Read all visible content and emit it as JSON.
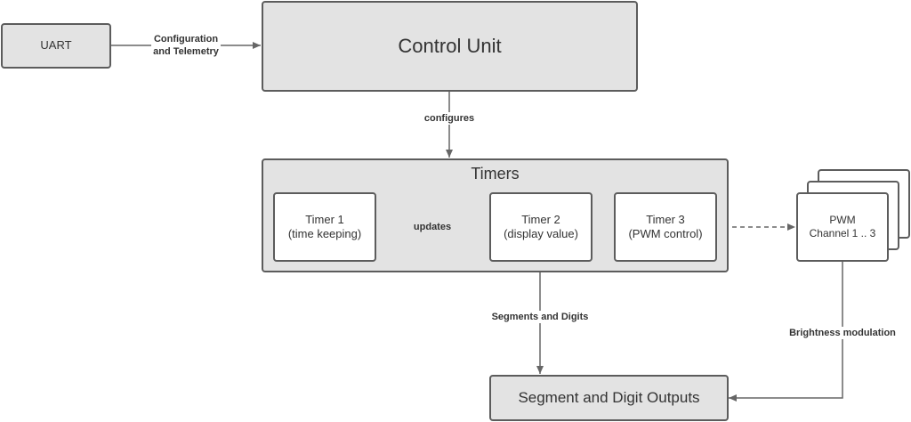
{
  "blocks": {
    "uart": "UART",
    "control_unit": "Control Unit",
    "timers_group": "Timers",
    "timer1": [
      "Timer 1",
      "(time keeping)"
    ],
    "timer2": [
      "Timer 2",
      "(display value)"
    ],
    "timer3": [
      "Timer 3",
      "(PWM control)"
    ],
    "pwm": [
      "PWM",
      "Channel 1 .. 3"
    ],
    "outputs": "Segment and Digit Outputs"
  },
  "edges": {
    "uart_control": [
      "Configuration",
      "and Telemetry"
    ],
    "configures": "configures",
    "updates": "updates",
    "segments": "Segments and Digits",
    "brightness": "Brightness modulation"
  },
  "colors": {
    "block_fill": "#e3e3e3",
    "border": "#5c5c5c",
    "line": "#666666",
    "text": "#333333"
  }
}
